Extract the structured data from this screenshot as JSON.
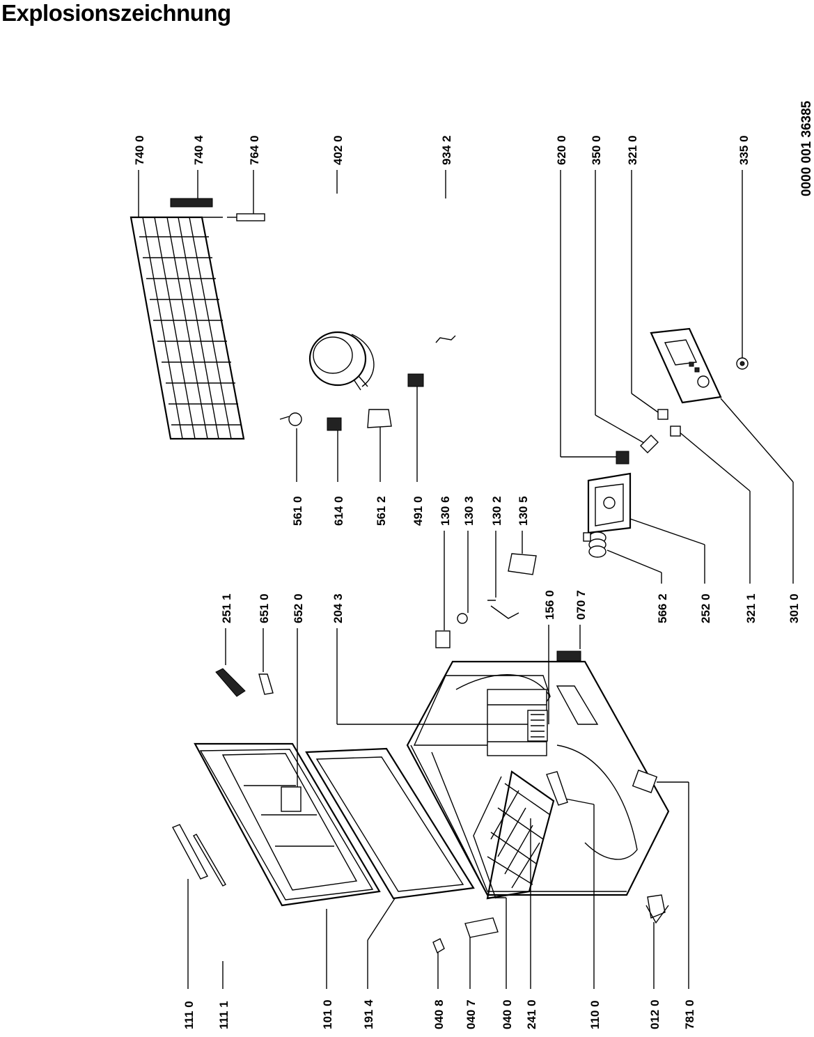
{
  "title": "Explosionszeichnung",
  "document_number": "0000 001 36385",
  "part_labels": {
    "p1110": "111 0",
    "p1111": "111 1",
    "p1010": "101 0",
    "p1914": "191 4",
    "p0408": "040 8",
    "p0407": "040 7",
    "p0400": "040 0",
    "p2410": "241 0",
    "p1100": "110 0",
    "p0120": "012 0",
    "p7810": "781 0",
    "p2511": "251 1",
    "p6510": "651 0",
    "p6520": "652 0",
    "p2043": "204 3",
    "p1306": "130 6",
    "p1303": "130 3",
    "p1302": "130 2",
    "p1305": "130 5",
    "p1560": "156 0",
    "p0707": "070 7",
    "p5610": "561 0",
    "p6140": "614 0",
    "p5612": "561 2",
    "p4910": "491 0",
    "p7400": "740 0",
    "p7404": "740 4",
    "p7640": "764 0",
    "p4020": "402 0",
    "p9342": "934 2",
    "p6200": "620 0",
    "p3500": "350 0",
    "p3210": "321 0",
    "p3350": "335 0",
    "p5662": "566 2",
    "p2520": "252 0",
    "p3211": "321 1",
    "p3010": "301 0"
  }
}
